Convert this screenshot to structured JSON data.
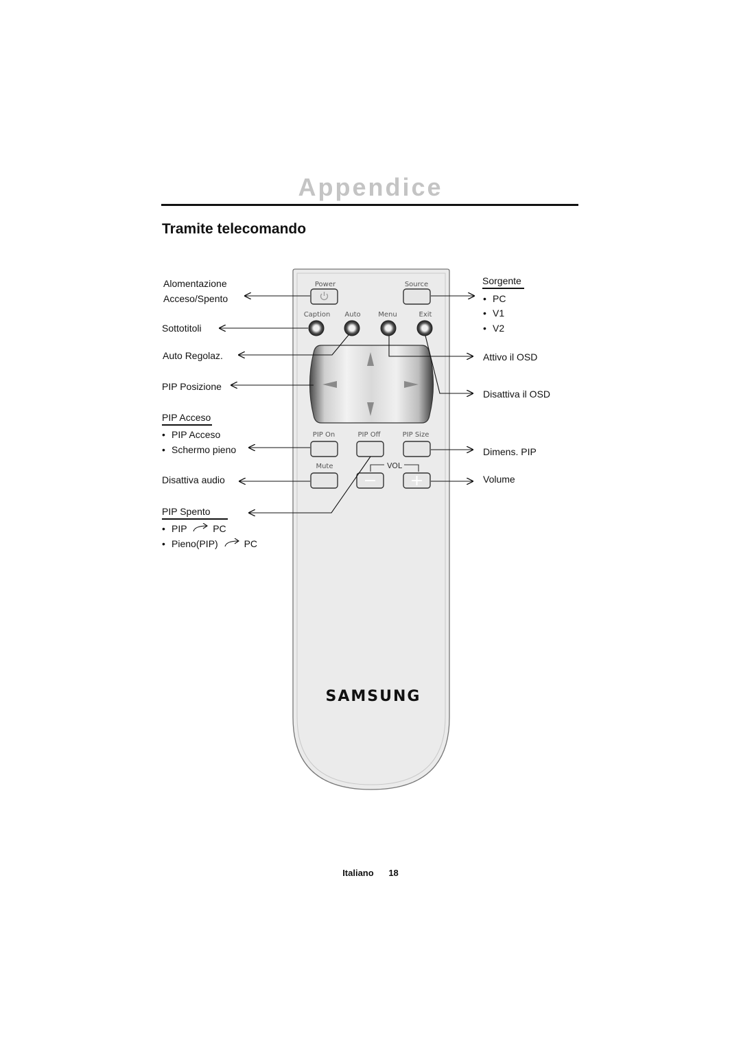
{
  "header": {
    "section_title": "Appendice",
    "subtitle": "Tramite telecomando"
  },
  "remote": {
    "buttons": {
      "power": "Power",
      "source": "Source",
      "caption": "Caption",
      "auto": "Auto",
      "menu": "Menu",
      "exit": "Exit",
      "pip_on": "PIP On",
      "pip_off": "PIP Off",
      "pip_size": "PIP Size",
      "mute": "Mute",
      "vol": "VOL"
    },
    "brand": "SAMSUNG"
  },
  "left_labels": {
    "power_1": "Alomentazione",
    "power_2": "Acceso/Spento",
    "caption": "Sottotitoli",
    "auto": "Auto Regolaz.",
    "pip_position": "PIP Posizione",
    "pip_on_title": "PIP Acceso",
    "pip_on_items": [
      "PIP Acceso",
      "Schermo pieno"
    ],
    "mute": "Disattiva audio",
    "pip_off_title": "PIP Spento",
    "pip_off_item1_a": "PIP",
    "pip_off_item1_b": "PC",
    "pip_off_item2_a": "Pieno(PIP)",
    "pip_off_item2_b": "PC"
  },
  "right_labels": {
    "source_title": "Sorgente",
    "source_items": [
      "PC",
      "V1",
      "V2"
    ],
    "menu": "Attivo il OSD",
    "exit": "Disattiva il OSD",
    "pip_size": "Dimens. PIP",
    "volume": "Volume"
  },
  "bullet": "•",
  "footer": {
    "language": "Italiano",
    "page": "18"
  }
}
